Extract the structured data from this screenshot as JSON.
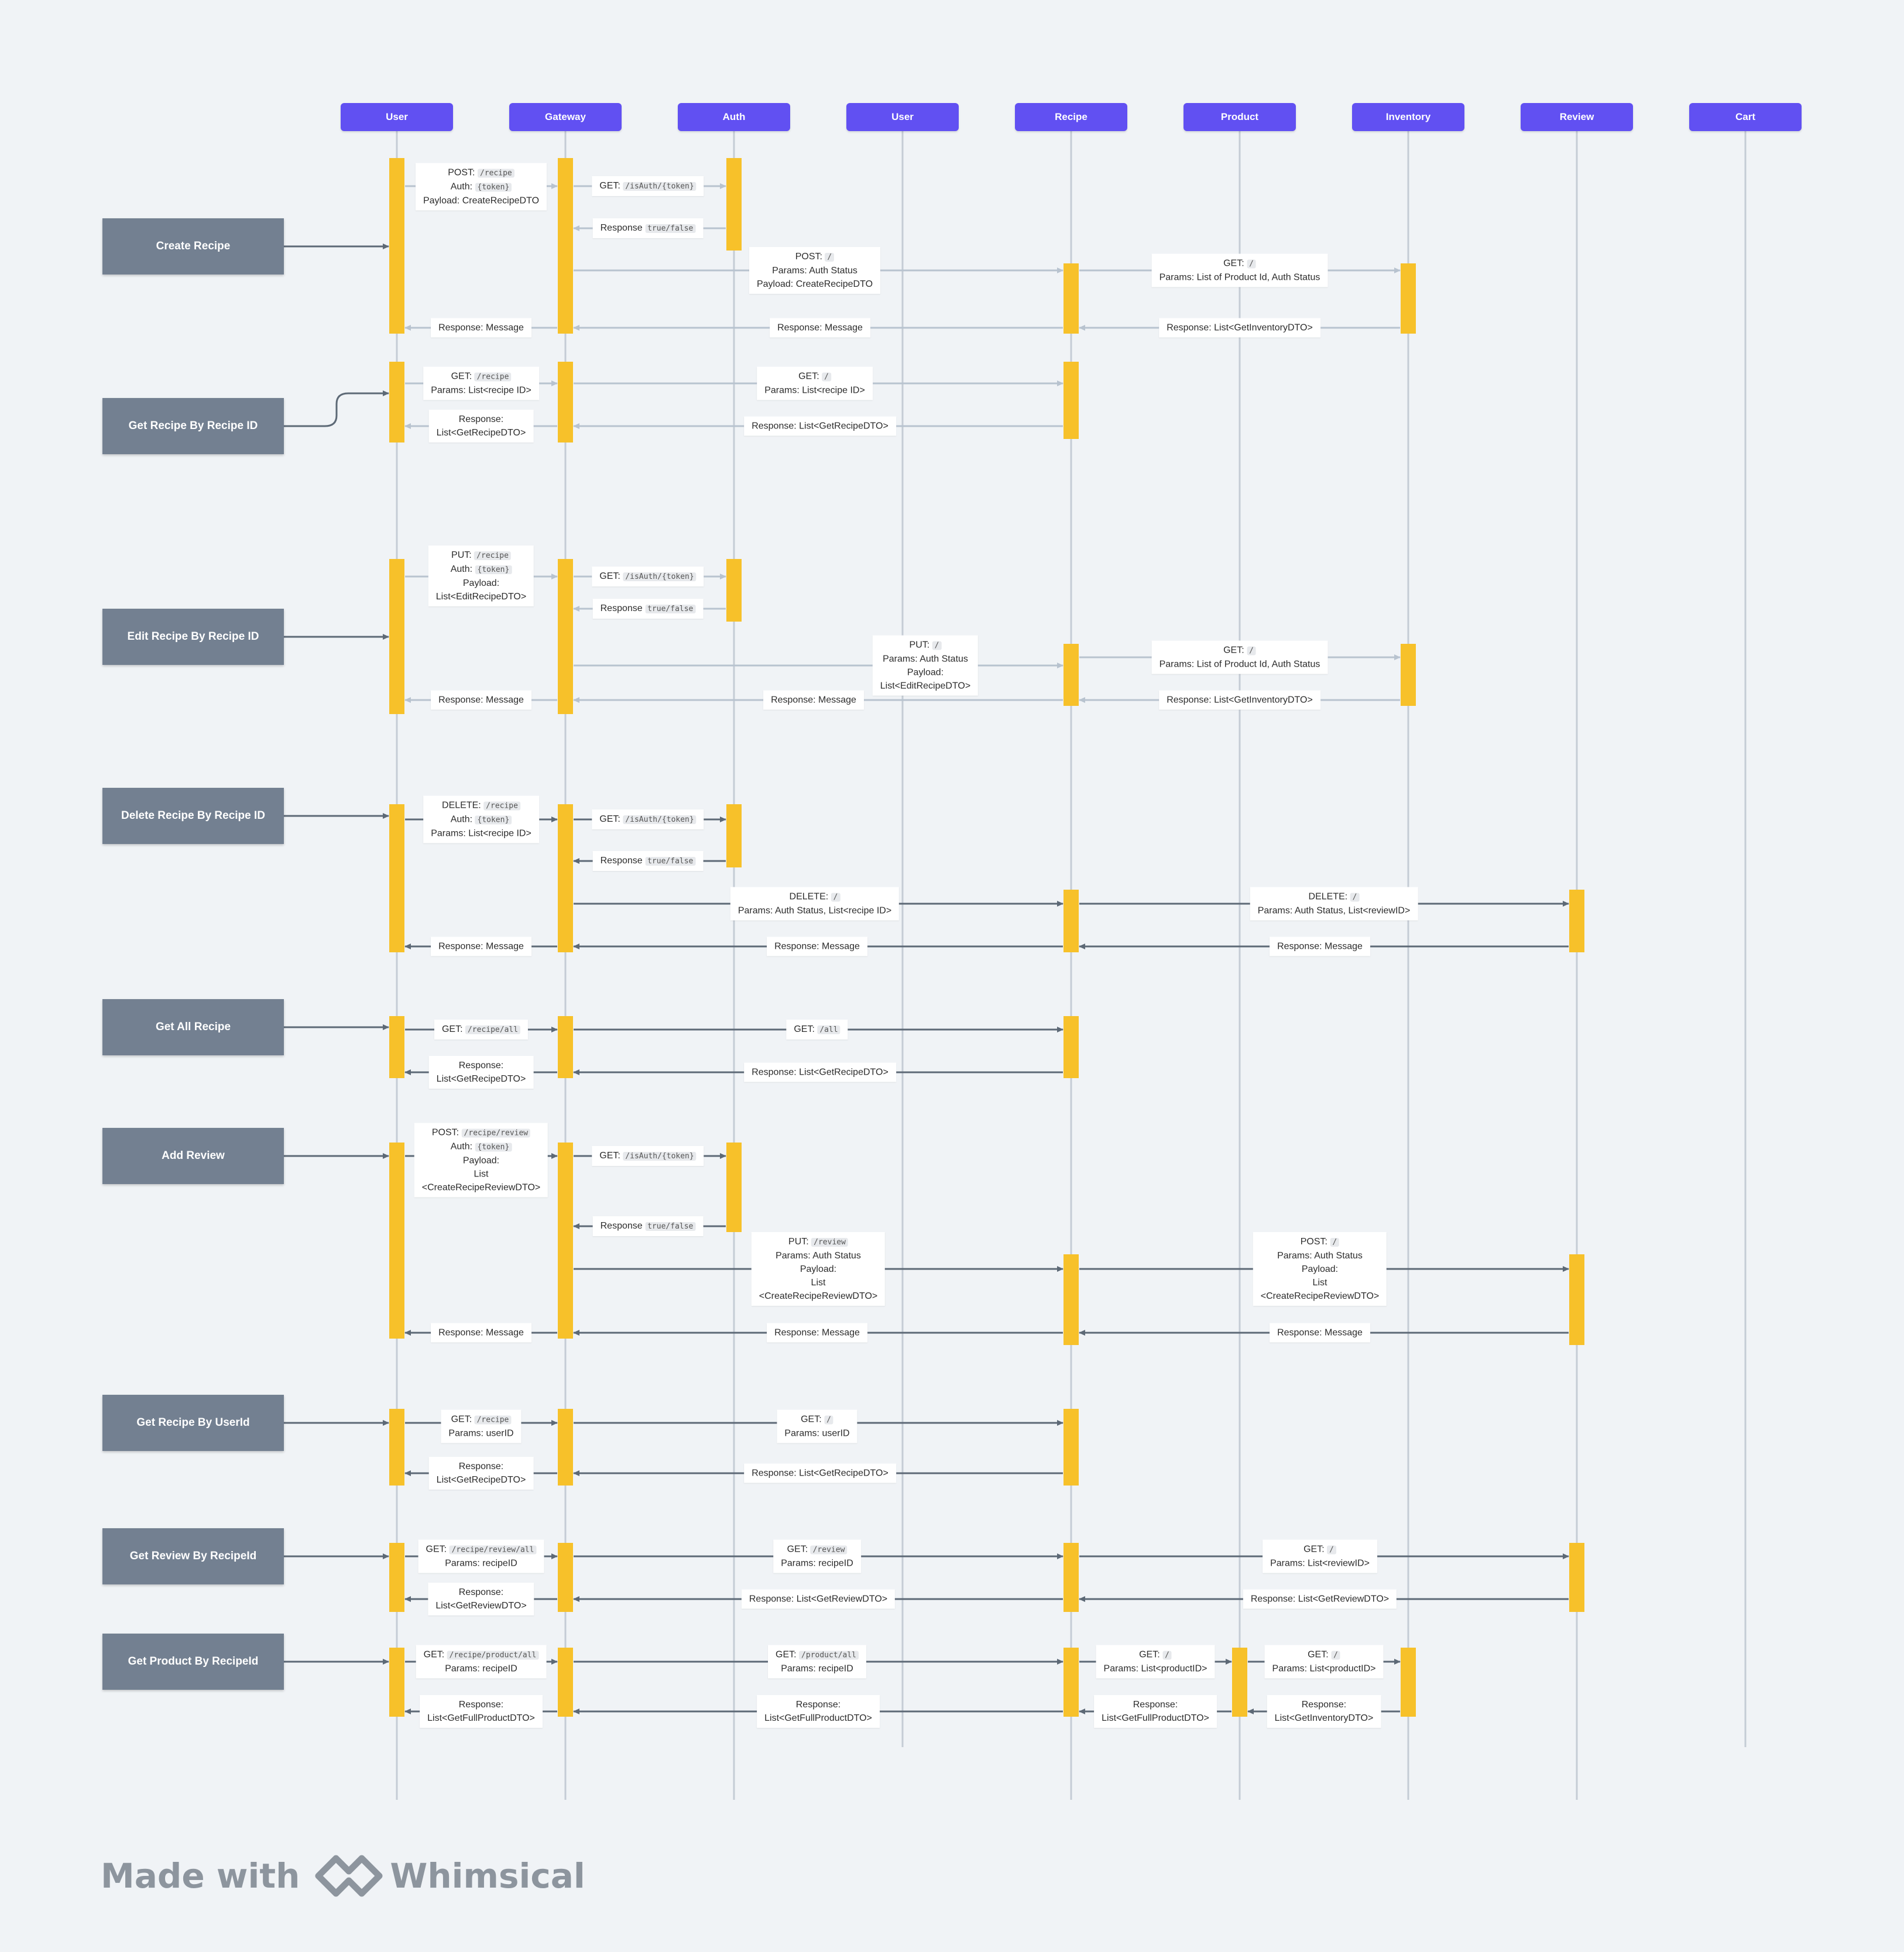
{
  "colors": {
    "header": "#6150f2",
    "activation": "#f7c12a",
    "arrow_light": "#b8c3cf",
    "arrow_dark": "#5d6976",
    "lifeline": "#c5ccd5",
    "action": "#738091"
  },
  "lifelines": [
    "User",
    "Gateway",
    "Auth",
    "User",
    "Recipe",
    "Product",
    "Inventory",
    "Review",
    "Cart"
  ],
  "actions": [
    {
      "label": "Create Recipe"
    },
    {
      "label": "Get Recipe By Recipe ID"
    },
    {
      "label": "Edit Recipe By Recipe ID"
    },
    {
      "label": "Delete Recipe By Recipe ID"
    },
    {
      "label": "Get All Recipe"
    },
    {
      "label": "Add Review"
    },
    {
      "label": "Get Recipe By UserId"
    },
    {
      "label": "Get Review By RecipeId"
    },
    {
      "label": "Get Product By RecipeId"
    }
  ],
  "messages": [
    {
      "lines": [
        [
          "POST: ",
          "/recipe"
        ],
        [
          "Auth: ",
          "{token}"
        ],
        [
          "Payload: CreateRecipeDTO"
        ]
      ]
    },
    {
      "lines": [
        [
          "GET: ",
          "/isAuth/{token}"
        ]
      ]
    },
    {
      "lines": [
        [
          "Response ",
          "true/false"
        ]
      ]
    },
    {
      "lines": [
        [
          "POST: ",
          "/"
        ],
        [
          "Params:  Auth Status"
        ],
        [
          "Payload: CreateRecipeDTO"
        ]
      ]
    },
    {
      "lines": [
        [
          "GET: ",
          "/"
        ],
        [
          "Params: List of Product Id, Auth Status"
        ]
      ]
    },
    {
      "lines": [
        [
          "Response: List<GetInventoryDTO>"
        ]
      ]
    },
    {
      "lines": [
        [
          "Response: Message"
        ]
      ]
    },
    {
      "lines": [
        [
          "Response: Message"
        ]
      ]
    },
    {
      "lines": [
        [
          "GET: ",
          "/recipe"
        ],
        [
          "Params: List<recipe ID>"
        ]
      ]
    },
    {
      "lines": [
        [
          "GET: ",
          "/"
        ],
        [
          "Params: List<recipe ID>"
        ]
      ]
    },
    {
      "lines": [
        [
          "Response: List<GetRecipeDTO>"
        ]
      ]
    },
    {
      "lines": [
        [
          "Response:"
        ],
        [
          "List<GetRecipeDTO>"
        ]
      ]
    },
    {
      "lines": [
        [
          "PUT: ",
          "/recipe"
        ],
        [
          "Auth: ",
          "{token}"
        ],
        [
          "Payload:"
        ],
        [
          "List<EditRecipeDTO>"
        ]
      ]
    },
    {
      "lines": [
        [
          "GET: ",
          "/isAuth/{token}"
        ]
      ]
    },
    {
      "lines": [
        [
          "Response ",
          "true/false"
        ]
      ]
    },
    {
      "lines": [
        [
          "PUT: ",
          "/"
        ],
        [
          "Params:  Auth Status"
        ],
        [
          "Payload:"
        ],
        [
          "List<EditRecipeDTO>"
        ]
      ]
    },
    {
      "lines": [
        [
          "GET: ",
          "/"
        ],
        [
          "Params: List of Product Id, Auth Status"
        ]
      ]
    },
    {
      "lines": [
        [
          "Response: List<GetInventoryDTO>"
        ]
      ]
    },
    {
      "lines": [
        [
          "Response: Message"
        ]
      ]
    },
    {
      "lines": [
        [
          "Response: Message"
        ]
      ]
    },
    {
      "lines": [
        [
          "DELETE: ",
          "/recipe"
        ],
        [
          "Auth: ",
          "{token}"
        ],
        [
          "Params: List<recipe ID>"
        ]
      ]
    },
    {
      "lines": [
        [
          "GET: ",
          "/isAuth/{token}"
        ]
      ]
    },
    {
      "lines": [
        [
          "Response ",
          "true/false"
        ]
      ]
    },
    {
      "lines": [
        [
          "DELETE: ",
          "/"
        ],
        [
          "Params: Auth Status, List<recipe ID>"
        ]
      ]
    },
    {
      "lines": [
        [
          "DELETE: ",
          "/"
        ],
        [
          "Params: Auth Status, List<reviewID>"
        ]
      ]
    },
    {
      "lines": [
        [
          "Response: Message"
        ]
      ]
    },
    {
      "lines": [
        [
          "Response: Message"
        ]
      ]
    },
    {
      "lines": [
        [
          "Response: Message"
        ]
      ]
    },
    {
      "lines": [
        [
          "GET: ",
          "/recipe/all"
        ]
      ]
    },
    {
      "lines": [
        [
          "GET: ",
          "/all"
        ]
      ]
    },
    {
      "lines": [
        [
          "Response: List<GetRecipeDTO>"
        ]
      ]
    },
    {
      "lines": [
        [
          "Response:"
        ],
        [
          "List<GetRecipeDTO>"
        ]
      ]
    },
    {
      "lines": [
        [
          "POST: ",
          "/recipe/review"
        ],
        [
          "Auth: ",
          "{token}"
        ],
        [
          "Payload:"
        ],
        [
          "List"
        ],
        [
          "<CreateRecipeReviewDTO>"
        ]
      ]
    },
    {
      "lines": [
        [
          "GET: ",
          "/isAuth/{token}"
        ]
      ]
    },
    {
      "lines": [
        [
          "Response ",
          "true/false"
        ]
      ]
    },
    {
      "lines": [
        [
          "PUT: ",
          "/review"
        ],
        [
          "Params: Auth Status"
        ],
        [
          "Payload:"
        ],
        [
          "List"
        ],
        [
          "<CreateRecipeReviewDTO>"
        ]
      ]
    },
    {
      "lines": [
        [
          "POST: ",
          "/"
        ],
        [
          "Params: Auth Status"
        ],
        [
          "Payload:"
        ],
        [
          "List"
        ],
        [
          "<CreateRecipeReviewDTO>"
        ]
      ]
    },
    {
      "lines": [
        [
          "Response: Message"
        ]
      ]
    },
    {
      "lines": [
        [
          "Response: Message"
        ]
      ]
    },
    {
      "lines": [
        [
          "Response: Message"
        ]
      ]
    },
    {
      "lines": [
        [
          "GET: ",
          "/recipe"
        ],
        [
          "Params: userID"
        ]
      ]
    },
    {
      "lines": [
        [
          "GET: ",
          "/"
        ],
        [
          "Params: userID"
        ]
      ]
    },
    {
      "lines": [
        [
          "Response: List<GetRecipeDTO>"
        ]
      ]
    },
    {
      "lines": [
        [
          "Response:"
        ],
        [
          "List<GetRecipeDTO>"
        ]
      ]
    },
    {
      "lines": [
        [
          "GET: ",
          "/recipe/review/all"
        ],
        [
          "Params: recipeID"
        ]
      ]
    },
    {
      "lines": [
        [
          "GET: ",
          "/review"
        ],
        [
          "Params: recipeID"
        ]
      ]
    },
    {
      "lines": [
        [
          "GET: ",
          "/"
        ],
        [
          "Params: List<reviewID>"
        ]
      ]
    },
    {
      "lines": [
        [
          "Response: List<GetReviewDTO>"
        ]
      ]
    },
    {
      "lines": [
        [
          "Response: List<GetReviewDTO>"
        ]
      ]
    },
    {
      "lines": [
        [
          "Response:"
        ],
        [
          "List<GetReviewDTO>"
        ]
      ]
    },
    {
      "lines": [
        [
          "GET: ",
          "/recipe/product/all"
        ],
        [
          "Params: recipeID"
        ]
      ]
    },
    {
      "lines": [
        [
          "GET: ",
          "/product/all"
        ],
        [
          "Params: recipeID"
        ]
      ]
    },
    {
      "lines": [
        [
          "GET: ",
          "/"
        ],
        [
          "Params: List<productID>"
        ]
      ]
    },
    {
      "lines": [
        [
          "GET: ",
          "/"
        ],
        [
          "Params: List<productID>"
        ]
      ]
    },
    {
      "lines": [
        [
          "Response:"
        ],
        [
          "List<GetInventoryDTO>"
        ]
      ]
    },
    {
      "lines": [
        [
          "Response:"
        ],
        [
          "List<GetFullProductDTO>"
        ]
      ]
    },
    {
      "lines": [
        [
          "Response:"
        ],
        [
          "List<GetFullProductDTO>"
        ]
      ]
    },
    {
      "lines": [
        [
          "Response:"
        ],
        [
          "List<GetFullProductDTO>"
        ]
      ]
    }
  ],
  "footer": {
    "made_with": "Made with",
    "brand": "Whimsical"
  }
}
